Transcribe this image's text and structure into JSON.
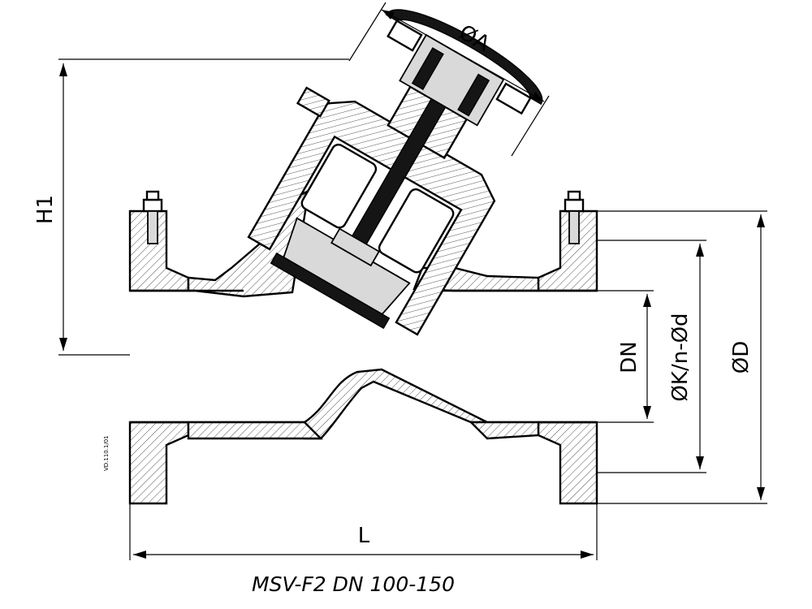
{
  "dimensions": {
    "dia_a": "ØA",
    "h1": "H1",
    "dn": "DN",
    "dia_k": "ØK/n-Ød",
    "dia_d": "ØD",
    "l": "L"
  },
  "caption": "MSV-F2 DN 100-150",
  "drawing_code": "VD.110.1/01"
}
